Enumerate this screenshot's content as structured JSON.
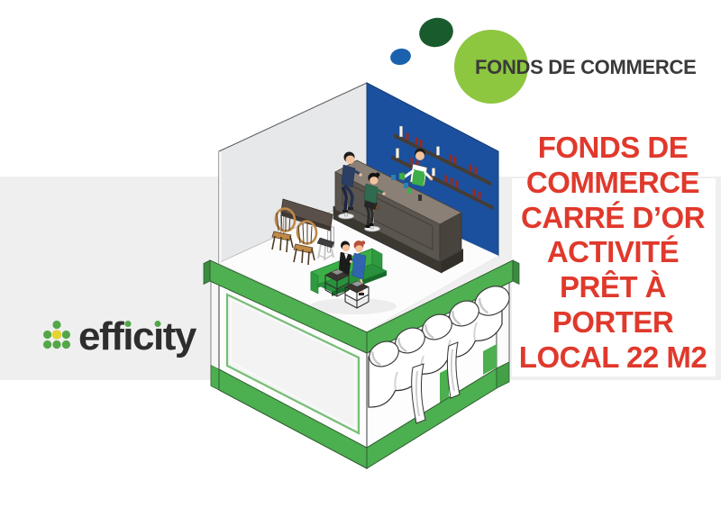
{
  "badge": {
    "title": "FONDS DE COMMERCE"
  },
  "headline": {
    "lines": [
      "FONDS DE",
      "COMMERCE",
      "CARRÉ D’OR",
      "ACTIVITÉ",
      "PRÊT À",
      "PORTER",
      "LOCAL 22 M2"
    ]
  },
  "logo": {
    "text": "efficity",
    "segments": {
      "s1": "eff",
      "i1": "ı",
      "s2": "c",
      "i2": "ı",
      "s3": "ty"
    }
  },
  "colors": {
    "headline_red": "#E0392C",
    "badge_circle_green": "#8DC63F",
    "badge_dot_dark_green": "#1A5B2E",
    "badge_dot_blue": "#1B61AE",
    "band_gray": "#EFEFF0",
    "shop_accent_green": "#4CAF50",
    "interior_wall_blue": "#1B509E",
    "interior_wall_gray": "#E7E8EA",
    "logo_dot_green": "#53A747",
    "logo_dot_yellow": "#E3D431"
  },
  "icons": {
    "logo_dots": "efficity-dot-triangle-icon",
    "badge_bubbles": "green-bubbles-icon"
  }
}
